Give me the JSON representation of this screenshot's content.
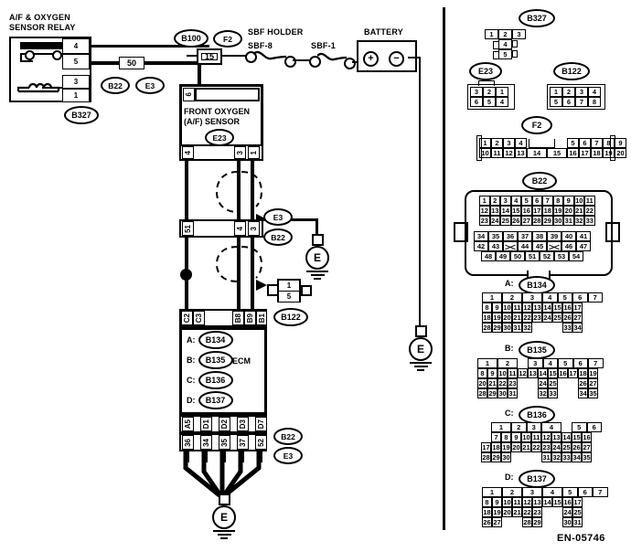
{
  "diagram": {
    "caption": "EN-05746",
    "left": {
      "relay_title_line1": "A/F & OXYGEN",
      "relay_title_line2": "SENSOR RELAY",
      "relay_pins": [
        "4",
        "5",
        "3",
        "1"
      ],
      "relay_code": "B327",
      "fuse_50": "50",
      "codes_under_relay": [
        "B22",
        "E3"
      ],
      "b100_code": "B100",
      "f2_code": "F2",
      "fuse_15": "15",
      "sbf_holder_label": "SBF HOLDER",
      "sbf_8_label": "SBF-8",
      "sbf_1_label": "SBF-1",
      "battery_label": "BATTERY",
      "battery_plus": "+",
      "battery_minus": "−",
      "sensor_title_line1": "FRONT OXYGEN",
      "sensor_title_line2": "(A/F) SENSOR",
      "sensor_code": "E23",
      "sensor_top_pin": "6",
      "sensor_bottom_pins": [
        "4",
        "3",
        "1"
      ],
      "mid_conn_pins": [
        "51",
        "4",
        "3"
      ],
      "mid_codes": [
        "E3",
        "B22"
      ],
      "b122_pins": [
        "1",
        "5"
      ],
      "b122_code": "B122",
      "ecm_top_pins": [
        "C2",
        "C3",
        "B8",
        "B9",
        "B1"
      ],
      "ecm_title": "ECM",
      "ecm_rows": [
        {
          "prefix": "A:",
          "code": "B134"
        },
        {
          "prefix": "B:",
          "code": "B135"
        },
        {
          "prefix": "C:",
          "code": "B136"
        },
        {
          "prefix": "D:",
          "code": "B137"
        }
      ],
      "ecm_bottom_pins": [
        "A5",
        "D1",
        "D2",
        "D3",
        "D7"
      ],
      "ground_conn_pins": [
        "36",
        "34",
        "35",
        "37",
        "52"
      ],
      "ground_codes": [
        "B22",
        "E3"
      ],
      "ground_symbol": "E"
    },
    "right": {
      "connectors": [
        {
          "name": "B327",
          "prefix": "",
          "type": "b327",
          "rows": [
            [
              "1",
              "2",
              "3"
            ],
            [
              "4"
            ],
            [
              "5"
            ]
          ]
        },
        {
          "name": "E23",
          "prefix": "",
          "type": "grid",
          "rows": [
            [
              "3",
              "2",
              "1"
            ],
            [
              "6",
              "5",
              "4"
            ]
          ]
        },
        {
          "name": "B122",
          "prefix": "",
          "type": "grid",
          "rows": [
            [
              "1",
              "2",
              "3",
              "4"
            ],
            [
              "5",
              "6",
              "7",
              "8"
            ]
          ]
        },
        {
          "name": "F2",
          "prefix": "",
          "type": "f2",
          "rows": [
            [
              "1",
              "2",
              "3",
              "4",
              "",
              "",
              "5",
              "6",
              "7",
              "8",
              "9"
            ],
            [
              "10",
              "11",
              "12",
              "13",
              "14",
              "15",
              "16",
              "17",
              "18",
              "19",
              "20"
            ]
          ]
        },
        {
          "name": "B22",
          "prefix": "",
          "type": "b22",
          "rows_top": [
            [
              "1",
              "2",
              "3",
              "4",
              "5",
              "6",
              "7",
              "8",
              "9",
              "10",
              "11"
            ],
            [
              "12",
              "13",
              "14",
              "15",
              "16",
              "17",
              "18",
              "19",
              "20",
              "21",
              "22"
            ],
            [
              "23",
              "24",
              "25",
              "26",
              "27",
              "28",
              "29",
              "30",
              "31",
              "32",
              "33"
            ]
          ],
          "rows_bottom": [
            [
              "34",
              "35",
              "36",
              "37",
              "38",
              "39",
              "40",
              "41"
            ],
            [
              "42",
              "43",
              "X",
              "44",
              "45",
              "X",
              "46",
              "47"
            ],
            [
              "48",
              "49",
              "50",
              "51",
              "52",
              "53",
              "54"
            ]
          ]
        },
        {
          "name": "B134",
          "prefix": "A:",
          "type": "ecmgrid",
          "rows": [
            [
              "1",
              "2",
              "3",
              "4",
              "5",
              "6",
              "7"
            ],
            [
              "8",
              "9",
              "10",
              "11",
              "12",
              "13",
              "14",
              "15",
              "16",
              "17"
            ],
            [
              "18",
              "19",
              "20",
              "21",
              "22",
              "23",
              "24",
              "25",
              "26",
              "27"
            ],
            [
              "28",
              "29",
              "30",
              "31",
              "32",
              "33",
              "34"
            ]
          ]
        },
        {
          "name": "B135",
          "prefix": "B:",
          "type": "ecmgrid",
          "rows": [
            [
              "1",
              "2",
              "3",
              "4",
              "5",
              "6",
              "7"
            ],
            [
              "8",
              "9",
              "10",
              "11",
              "12",
              "13",
              "14",
              "15",
              "16",
              "17",
              "18",
              "19"
            ],
            [
              "20",
              "21",
              "22",
              "23",
              "24",
              "25",
              "26",
              "27"
            ],
            [
              "28",
              "29",
              "30",
              "31",
              "32",
              "33",
              "34",
              "35"
            ]
          ]
        },
        {
          "name": "B136",
          "prefix": "C:",
          "type": "ecmgrid",
          "rows": [
            [
              "1",
              "2",
              "3",
              "4",
              "5",
              "6"
            ],
            [
              "7",
              "8",
              "9",
              "10",
              "11",
              "12",
              "13",
              "14",
              "15",
              "16"
            ],
            [
              "17",
              "18",
              "19",
              "20",
              "21",
              "22",
              "23",
              "24",
              "25",
              "26",
              "27"
            ],
            [
              "28",
              "29",
              "30",
              "31",
              "32",
              "33",
              "34",
              "35"
            ]
          ]
        },
        {
          "name": "B137",
          "prefix": "D:",
          "type": "ecmgrid",
          "rows": [
            [
              "1",
              "2",
              "3",
              "4",
              "5",
              "6",
              "7"
            ],
            [
              "8",
              "9",
              "10",
              "11",
              "12",
              "13",
              "14",
              "15",
              "16",
              "17"
            ],
            [
              "18",
              "19",
              "20",
              "21",
              "22",
              "23",
              "24",
              "25"
            ],
            [
              "26",
              "27",
              "28",
              "29",
              "30",
              "31"
            ]
          ]
        }
      ]
    }
  }
}
